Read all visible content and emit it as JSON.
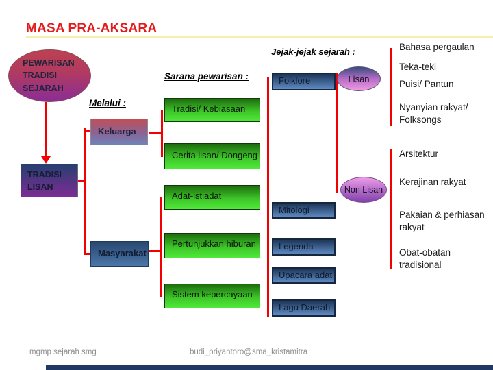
{
  "slide": {
    "title": "MASA PRA-AKSARA",
    "footer_left": "mgmp sejarah smg",
    "footer_center": "budi_priyantoro@sma_kristamitra"
  },
  "diagram": {
    "root": "PEWARISAN\nTRADISI\nSEJARAH",
    "tradisi_lisan": "TRADISI\nLISAN",
    "melalui_label": "Melalui :",
    "melalui": [
      "Keluarga",
      "Masyarakat"
    ],
    "sarana_label": "Sarana pewarisan :",
    "sarana": [
      "Tradisi/ Kebiasaan",
      "Cerita lisan/ Dongeng",
      "Adat-istiadat",
      "Pertunjukkan hiburan",
      "Sistem kepercayaan"
    ],
    "jejak_label": "Jejak-jejak sejarah :",
    "jejak": [
      "Folklore",
      "Mitologi",
      "Legenda",
      "Upacara adat",
      "Lagu Daerah"
    ],
    "lisan": "Lisan",
    "non_lisan": "Non Lisan",
    "lisan_items": [
      "Bahasa pergaulan",
      "Teka-teki",
      "Puisi/ Pantun",
      "Nyanyian rakyat/\nFolksongs"
    ],
    "non_lisan_items": [
      "Arsitektur",
      "Kerajinan rakyat",
      "Pakaian & perhiasan\nrakyat",
      "Obat-obatan\ntradisional"
    ]
  },
  "colors": {
    "title_red": "#e21b1b",
    "divider_yellow": "#f7f0ad",
    "connector_red": "#f40000",
    "green_box_top": "#1d6b0e",
    "green_box_bottom": "#50e93b",
    "blue_box_top": "#1c3557",
    "blue_box_bottom": "#5f8ac2",
    "root_ellipse_top": "#bd4150",
    "root_ellipse_bottom": "#8b2d96",
    "tradisi_lisan_top": "#264070",
    "tradisi_lisan_bottom": "#7b2d93",
    "keluarga_top": "#c04f57",
    "keluarga_bottom": "#7083b8",
    "lisan_top": "#3a4c80",
    "lisan_bottom": "#f09ae2",
    "non_lisan_top": "#ec9ce8",
    "non_lisan_bottom": "#8040ab",
    "footer_gray": "#8f8f8f",
    "bottom_bar_navy": "#203864"
  }
}
